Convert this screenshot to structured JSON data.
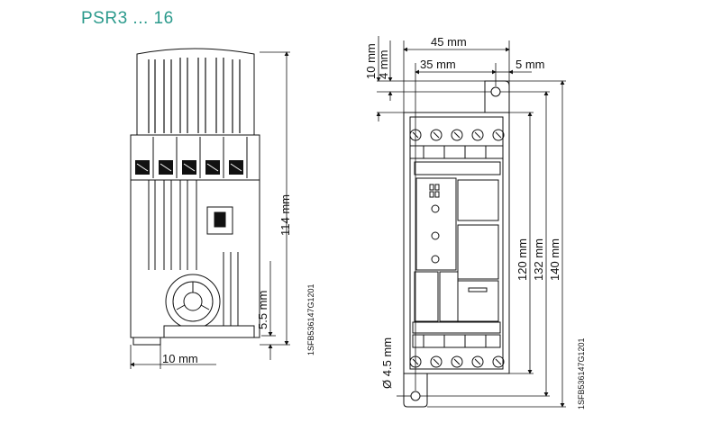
{
  "title": "PSR3 ... 16",
  "left_view": {
    "dim_height": "114 mm",
    "dim_foot_height": "5.5 mm",
    "dim_foot_width": "10 mm",
    "drawing_code": "1SFB536147G1201"
  },
  "right_view": {
    "dim_width_overall": "45 mm",
    "dim_hole_spacing": "35 mm",
    "dim_hole_offset": "5 mm",
    "dim_top_10": "10 mm",
    "dim_top_4": "4 mm",
    "dim_h_120": "120 mm",
    "dim_h_132": "132 mm",
    "dim_h_140": "140 mm",
    "dim_hole_dia": "Ø 4.5 mm",
    "drawing_code": "1SFB536147G1201"
  }
}
